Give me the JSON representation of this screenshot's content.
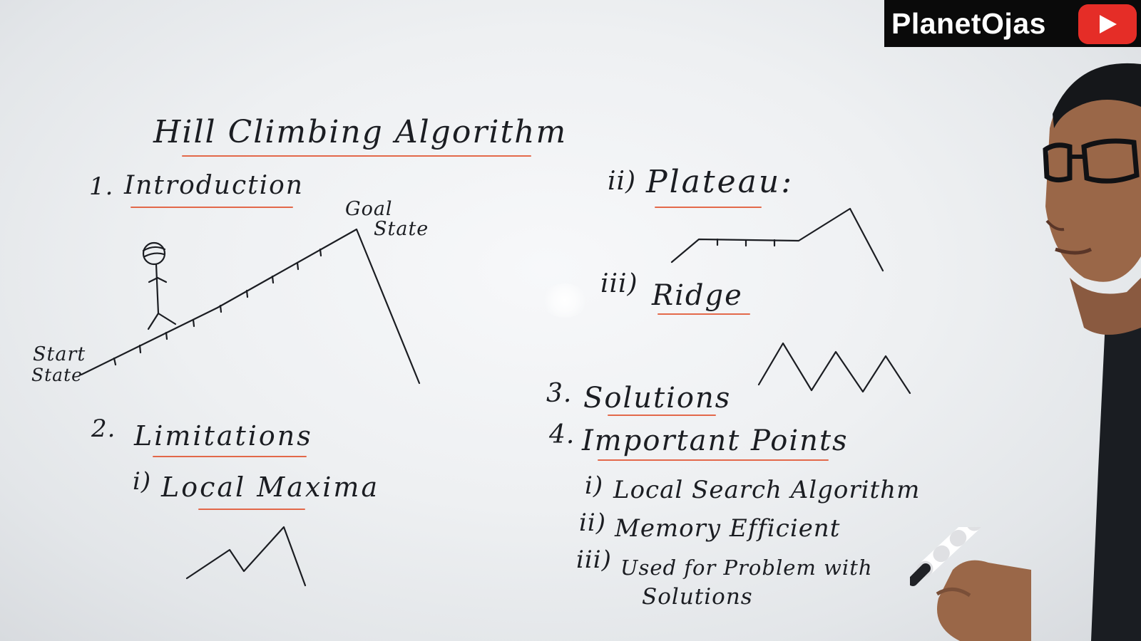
{
  "watermark": {
    "text": "PlanetOjas",
    "icon": "youtube-play-icon",
    "colors": {
      "background": "#0a0a0a",
      "icon": "#e52d27",
      "text": "#ffffff"
    }
  },
  "board": {
    "title": "Hill Climbing Algorithm",
    "section1": {
      "number": "1.",
      "label": "Introduction"
    },
    "hill_labels": {
      "goal_line1": "Goal",
      "goal_line2": "State",
      "start_line1": "Start",
      "start_line2": "State"
    },
    "section2": {
      "number": "2.",
      "label": "Limitations"
    },
    "limit1": {
      "number": "i)",
      "label": "Local Maxima"
    },
    "limit2": {
      "number": "ii)",
      "label": "Plateau:"
    },
    "limit3": {
      "number": "iii)",
      "label": "Ridge"
    },
    "section3": {
      "number": "3.",
      "label": "Solutions"
    },
    "section4": {
      "number": "4.",
      "label": "Important Points"
    },
    "points": [
      {
        "number": "i)",
        "label": "Local Search Algorithm"
      },
      {
        "number": "ii)",
        "label": "Memory Efficient"
      },
      {
        "number": "iii)",
        "label": "Used for Problem with"
      },
      {
        "number": "",
        "label": "Solutions"
      }
    ],
    "colors": {
      "ink": "#1b1d22",
      "underline": "#e0502c"
    }
  }
}
